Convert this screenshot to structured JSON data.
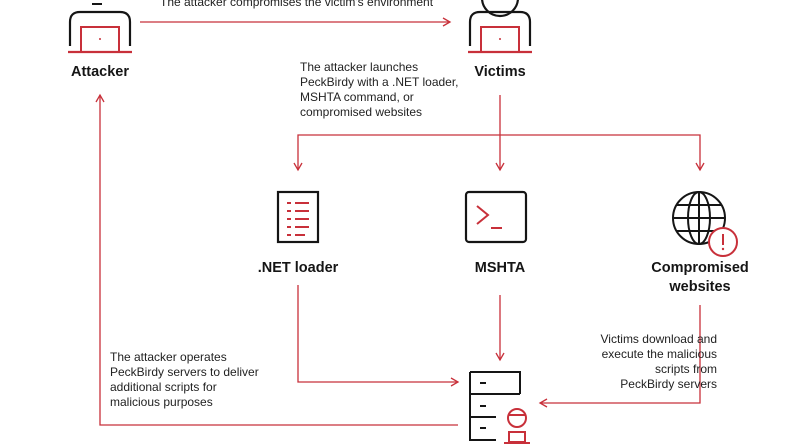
{
  "colors": {
    "accent": "#c8303a",
    "ink": "#151515"
  },
  "nodes": {
    "attacker": {
      "label": "Attacker",
      "icon": "person-laptop-icon"
    },
    "victims": {
      "label": "Victims",
      "icon": "person-laptop-icon"
    },
    "net_loader": {
      "label": ".NET loader",
      "icon": "document-icon"
    },
    "mshta": {
      "label": "MSHTA",
      "icon": "terminal-icon"
    },
    "websites": {
      "label_line1": "Compromised",
      "label_line2": "websites",
      "icon": "globe-warning-icon"
    },
    "servers": {
      "icon": "server-operator-icon"
    }
  },
  "annotations": {
    "compromise": "The attacker compromises the victim's environment",
    "launch": [
      "The attacker launches",
      "PeckBirdy with a .NET loader,",
      "MSHTA command, or",
      "compromised websites"
    ],
    "download": [
      "Victims download and",
      "execute the malicious",
      "scripts from",
      "PeckBirdy servers"
    ],
    "operate": [
      "The attacker operates",
      "PeckBirdy servers to deliver",
      "additional scripts for",
      "malicious purposes"
    ]
  }
}
